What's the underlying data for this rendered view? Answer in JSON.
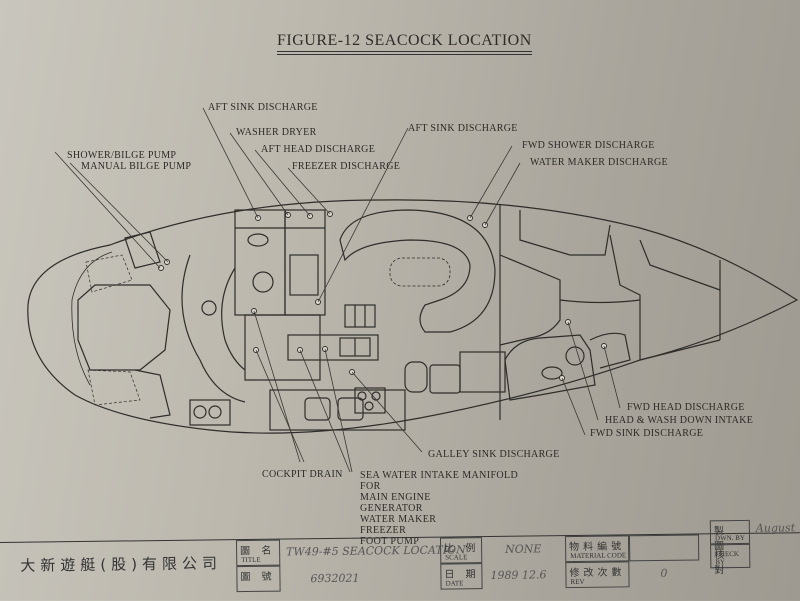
{
  "figure": {
    "title": "FIGURE-12 SEACOCK LOCATION"
  },
  "labels": {
    "shower_bilge_pump": "SHOWER/BILGE PUMP",
    "manual_bilge_pump": "MANUAL BILGE PUMP",
    "aft_sink_discharge_1": "AFT SINK DISCHARGE",
    "washer_dryer": "WASHER DRYER",
    "aft_head_discharge": "AFT HEAD DISCHARGE",
    "freezer_discharge": "FREEZER DISCHARGE",
    "aft_sink_discharge_2": "AFT SINK DISCHARGE",
    "fwd_shower_discharge": "FWD SHOWER DISCHARGE",
    "water_maker_discharge": "WATER MAKER DISCHARGE",
    "fwd_head_discharge": "FWD HEAD DISCHARGE",
    "head_wash_down_intake": "HEAD & WASH DOWN INTAKE",
    "fwd_sink_discharge": "FWD SINK DISCHARGE",
    "galley_sink_discharge": "GALLEY SINK DISCHARGE",
    "cockpit_drain": "COCKPIT DRAIN"
  },
  "manifold": {
    "heading": "SEA WATER INTAKE MANIFOLD",
    "items": [
      "FOR",
      "MAIN ENGINE",
      "GENERATOR",
      "WATER MAKER",
      "FREEZER",
      "FOOT PUMP"
    ]
  },
  "title_block": {
    "company": "大新遊艇(股)有限公司",
    "drawing_name_cn": "圖 名",
    "drawing_name_en": "TITLE",
    "drawing_name_value": "TW49-#5 SEACOCK LOCATION",
    "drawing_no_cn": "圖 號",
    "drawing_no_value": "6932021",
    "scale_cn": "比 例",
    "scale_en": "SCALE",
    "scale_value": "NONE",
    "date_cn": "日 期",
    "date_en": "DATE",
    "date_value": "1989 12.6",
    "material_code_cn": "物料編號",
    "material_code_en": "MATERIAL CODE",
    "material_code_value": "",
    "rev_cn": "修改次數",
    "rev_en": "REV",
    "rev_value": "0",
    "drawn_by_cn": "製 圖",
    "drawn_by_en": "DWN. BY",
    "drawn_by_value": "August",
    "check_by_cn": "核 對",
    "check_by_en": "CHECK BY",
    "check_by_value": ""
  }
}
